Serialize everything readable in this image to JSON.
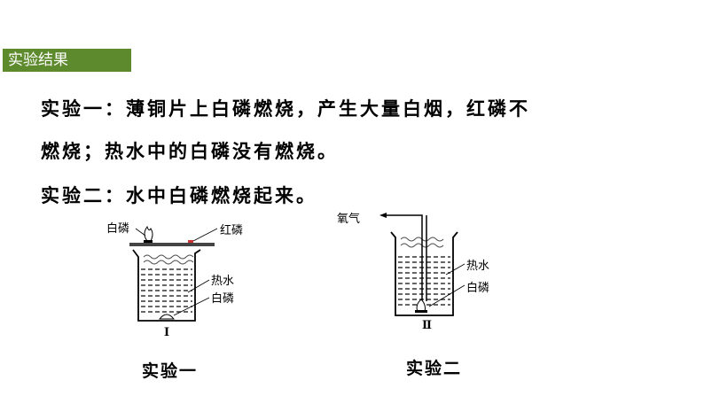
{
  "section_tag": "实验结果",
  "paragraph": {
    "line1": "实验一：薄铜片上白磷燃烧，产生大量白烟，红磷不",
    "line2": "燃烧；热水中的白磷没有燃烧。",
    "line3": "实验二：水中白磷燃烧起来。"
  },
  "figure1": {
    "label_white_p": "白磷",
    "label_red_p": "红磷",
    "label_hot_water": "热水",
    "label_white_p_water": "白磷",
    "roman": "Ⅰ",
    "caption": "实验一"
  },
  "figure2": {
    "label_oxygen": "氧气",
    "label_hot_water": "热水",
    "label_white_p": "白磷",
    "roman": "Ⅱ",
    "caption": "实验二"
  },
  "colors": {
    "tag_bg": "#5e8a2e"
  }
}
